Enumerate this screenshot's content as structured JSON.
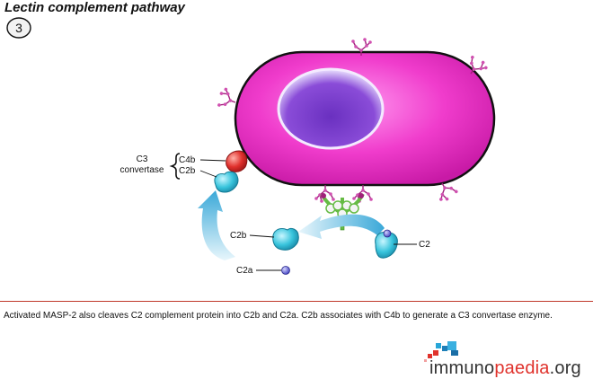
{
  "title": "Lectin complement pathway",
  "step_number": "3",
  "labels": {
    "c4b": "C4b",
    "c2b_upper": "C2b",
    "c3_line1": "C3",
    "c3_line2": "convertase",
    "c2b_lower": "C2b",
    "c2a": "C2a",
    "c2": "C2"
  },
  "caption": "Activated MASP-2 also cleaves C2 complement protein into C2b and C2a. C2b associates with C4b to generate a C3 convertase enzyme.",
  "logo": {
    "part1": "immuno",
    "part2": "paedia",
    "part3": ".org"
  },
  "colors": {
    "cell": "#f03ccc",
    "nucleus": "#7e3bc8",
    "c4b": "#e0302c",
    "c2b": "#3cc8dc",
    "c2a": "#5b5bd6",
    "masp": "#66bb44",
    "glycan": "#a0207a",
    "arrow": "#3aa8d8",
    "accent": "#c0392b"
  }
}
